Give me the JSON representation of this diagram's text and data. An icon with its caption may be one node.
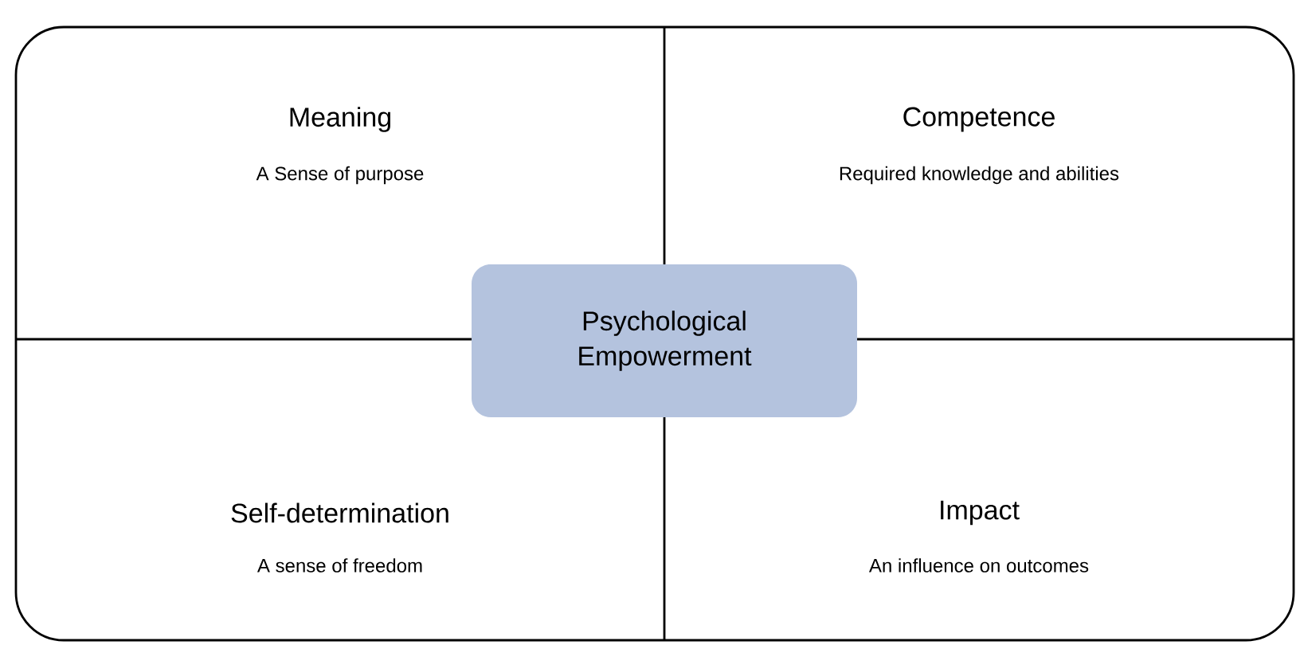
{
  "diagram": {
    "nodes": [
      {
        "text": [],
        "shape": "box"
      },
      {
        "text": [
          "Meaning",
          "A Sense of purpose"
        ],
        "in": 0
      },
      {
        "text": [
          "Competence",
          "Required knowledge and abilities"
        ],
        "in": 0
      },
      {
        "text": [
          "Self-determination",
          "A sense of freedom"
        ],
        "in": 0
      },
      {
        "text": [
          "Impact",
          "An influence on outcomes"
        ],
        "in": 0
      },
      {
        "text": [
          "Psychological Empowerment"
        ],
        "in": 0
      }
    ]
  }
}
